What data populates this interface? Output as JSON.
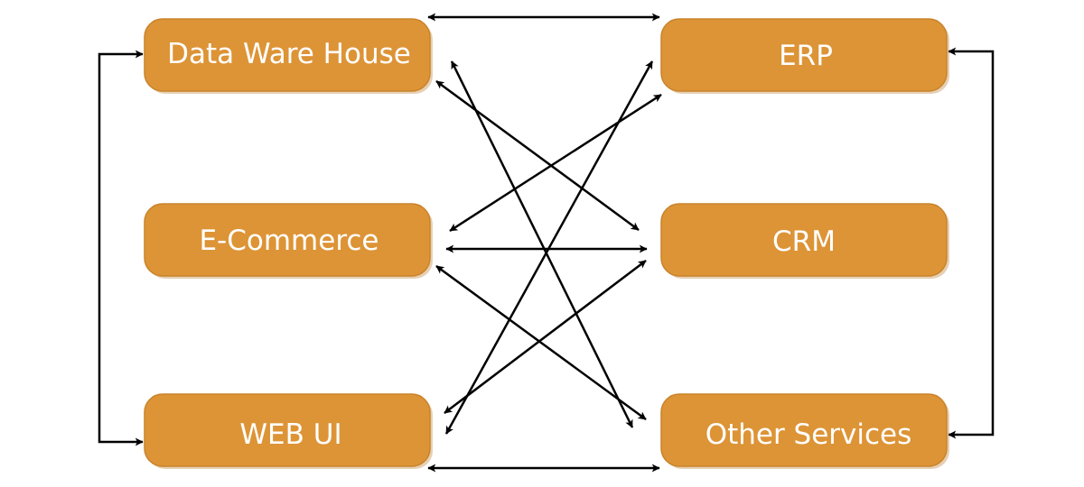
{
  "diagram": {
    "nodes": [
      {
        "id": "dwh",
        "label": "Data Ware House"
      },
      {
        "id": "ecom",
        "label": "E-Commerce"
      },
      {
        "id": "webui",
        "label": "WEB UI"
      },
      {
        "id": "erp",
        "label": "ERP"
      },
      {
        "id": "crm",
        "label": "CRM"
      },
      {
        "id": "other",
        "label": "Other Services"
      }
    ],
    "edges": [
      {
        "from": "dwh",
        "to": "erp",
        "direction": "both"
      },
      {
        "from": "webui",
        "to": "other",
        "direction": "both"
      },
      {
        "from": "dwh",
        "to": "webui",
        "direction": "both"
      },
      {
        "from": "erp",
        "to": "other",
        "direction": "both"
      },
      {
        "from": "ecom",
        "to": "crm",
        "direction": "both"
      },
      {
        "from": "dwh",
        "to": "crm",
        "direction": "both"
      },
      {
        "from": "dwh",
        "to": "other",
        "direction": "both"
      },
      {
        "from": "ecom",
        "to": "erp",
        "direction": "both"
      },
      {
        "from": "ecom",
        "to": "other",
        "direction": "both"
      },
      {
        "from": "webui",
        "to": "erp",
        "direction": "both"
      },
      {
        "from": "webui",
        "to": "crm",
        "direction": "both"
      }
    ],
    "colors": {
      "node_fill": "#dd9436",
      "node_text": "#ffffff",
      "connector": "#000000"
    }
  }
}
